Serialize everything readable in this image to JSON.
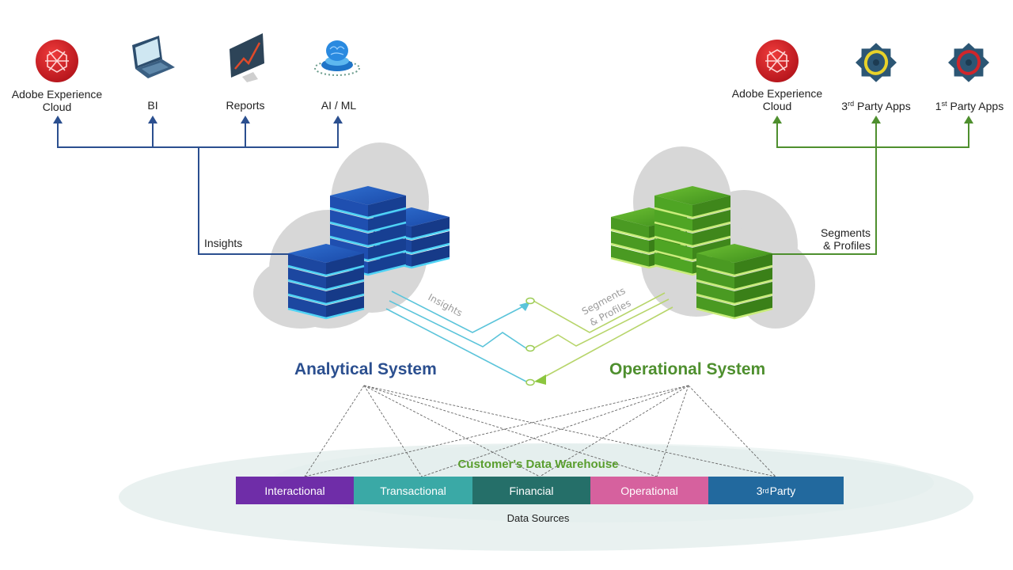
{
  "colors": {
    "analytical_blue": "#2b4f8f",
    "operational_green": "#4e8f2e",
    "insights_line": "#5bc4da",
    "segments_line": "#b7d56b",
    "warehouse_green": "#5a9e2f",
    "cloud_gray": "#d6d6d6",
    "warehouse_ellipse": "#e6efee",
    "adobe_red": "#d32028"
  },
  "left_outputs": {
    "items": [
      {
        "id": "adobe-experience-cloud",
        "label_line1": "Adobe Experience",
        "label_line2": "Cloud",
        "icon": "adobe-experience-cloud-icon"
      },
      {
        "id": "bi",
        "label_line1": "BI",
        "label_line2": "",
        "icon": "laptop-icon"
      },
      {
        "id": "reports",
        "label_line1": "Reports",
        "label_line2": "",
        "icon": "chart-monitor-icon"
      },
      {
        "id": "ai-ml",
        "label_line1": "AI / ML",
        "label_line2": "",
        "icon": "brain-icon"
      }
    ],
    "connector_label": "Insights"
  },
  "right_outputs": {
    "items": [
      {
        "id": "adobe-experience-cloud",
        "label_line1": "Adobe Experience",
        "label_line2": "Cloud",
        "icon": "adobe-experience-cloud-icon"
      },
      {
        "id": "third-party-apps",
        "label_num": "3",
        "label_sup": "rd",
        "label_rest": " Party Apps",
        "icon": "gear-icon"
      },
      {
        "id": "first-party-apps",
        "label_num": "1",
        "label_sup": "st",
        "label_rest": " Party Apps",
        "icon": "gear-icon"
      }
    ],
    "connector_label_line1": "Segments",
    "connector_label_line2": "& Profiles"
  },
  "systems": {
    "analytical": {
      "title": "Analytical System",
      "flow_label": "Insights"
    },
    "operational": {
      "title": "Operational System",
      "flow_label_line1": "Segments",
      "flow_label_line2": "& Profiles"
    }
  },
  "warehouse": {
    "title": "Customer's Data Warehouse",
    "footer": "Data Sources",
    "sources": [
      {
        "label": "Interactional",
        "color": "#6f2da8"
      },
      {
        "label": "Transactional",
        "color": "#3aa9a6"
      },
      {
        "label": "Financial",
        "color": "#256f69"
      },
      {
        "label": "Operational",
        "color": "#d6619e"
      },
      {
        "label_num": "3",
        "label_sup": "rd",
        "label_rest": " Party",
        "color": "#22699e"
      }
    ]
  }
}
